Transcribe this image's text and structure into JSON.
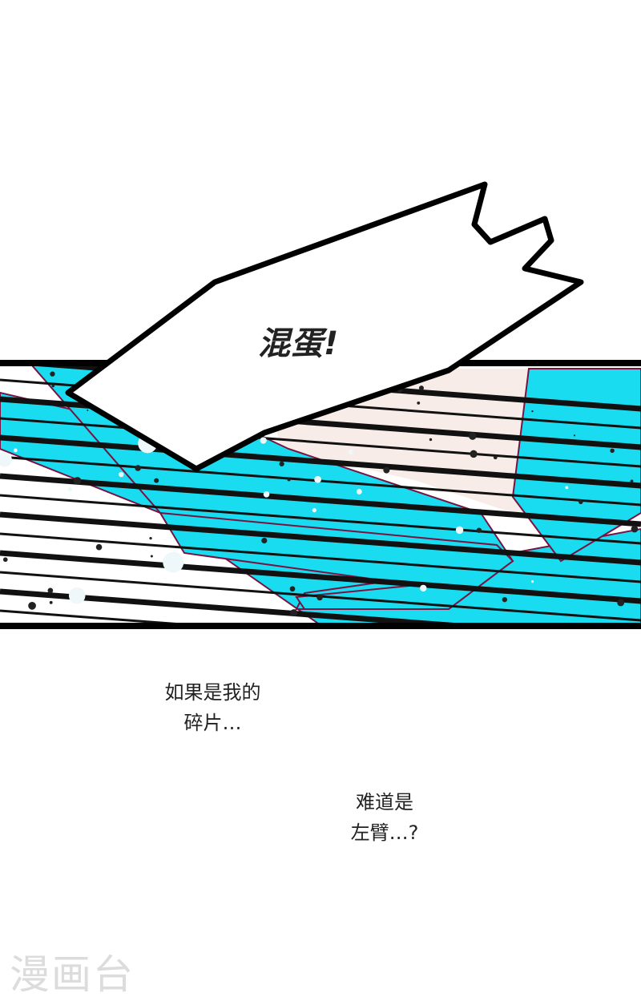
{
  "panel": {
    "shout": "混蛋!",
    "colors": {
      "hair": "#19dcf0",
      "outline": "#7a1140",
      "skin": "#f7ece8",
      "ink": "#111111"
    }
  },
  "captions": [
    {
      "lines": [
        "如果是我的",
        "碎片…"
      ]
    },
    {
      "lines": [
        "难道是",
        "左臂…?"
      ]
    }
  ],
  "watermark": "漫画台"
}
